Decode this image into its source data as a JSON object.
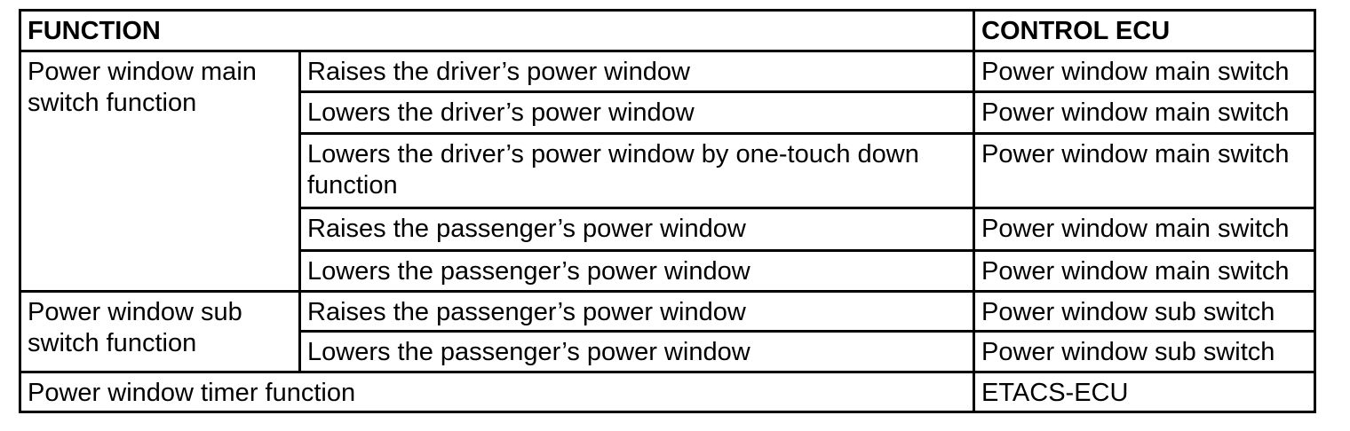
{
  "table": {
    "headers": {
      "function": "FUNCTION",
      "control_ecu": "CONTROL ECU"
    },
    "groups": [
      {
        "name": "Power window main switch function",
        "rows": [
          {
            "function": "Raises the driver’s power window",
            "ecu": "Power window main switch"
          },
          {
            "function": "Lowers the driver’s power window",
            "ecu": "Power window main switch"
          },
          {
            "function": "Lowers the driver’s power window by one-touch down function",
            "ecu": "Power window main switch"
          },
          {
            "function": "Raises the passenger’s power window",
            "ecu": "Power window main switch"
          },
          {
            "function": "Lowers the passenger’s power window",
            "ecu": "Power window main switch"
          }
        ]
      },
      {
        "name": "Power window sub switch function",
        "rows": [
          {
            "function": "Raises the passenger’s power window",
            "ecu": "Power window sub switch"
          },
          {
            "function": "Lowers the passenger’s power window",
            "ecu": "Power window sub switch"
          }
        ]
      }
    ],
    "footer": {
      "function": "Power window timer function",
      "ecu": "ETACS-ECU"
    }
  }
}
